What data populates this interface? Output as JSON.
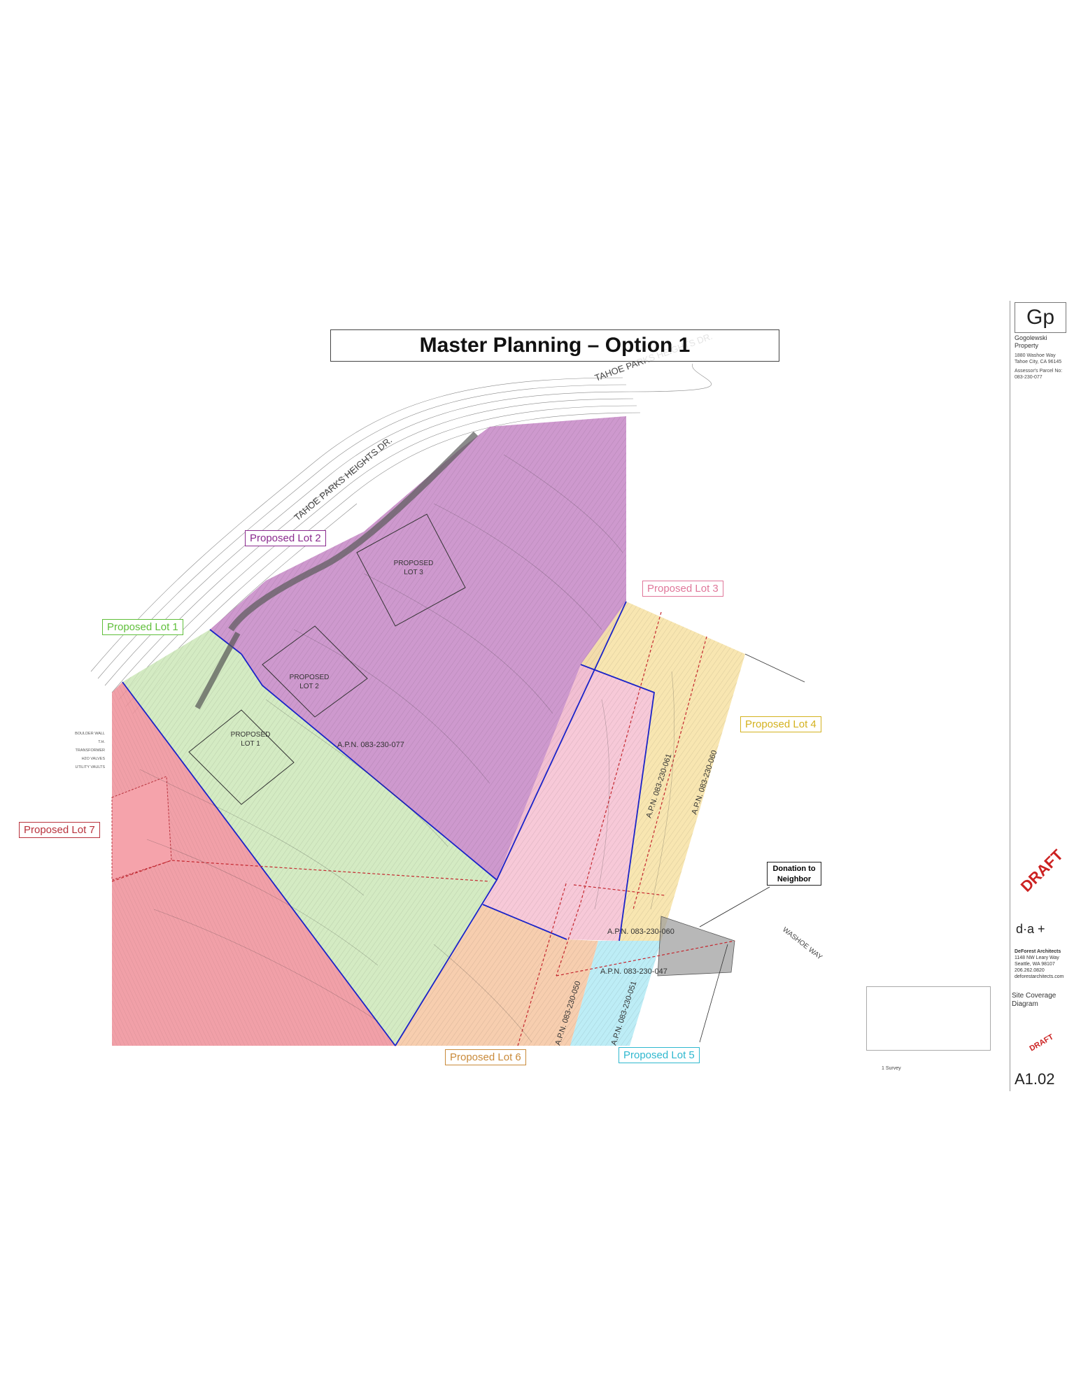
{
  "title": "Master Planning – Option 1",
  "lots": [
    {
      "id": "lot1",
      "label": "Proposed Lot 1",
      "color": "#5fbf3a",
      "fill": "#cfe9bd"
    },
    {
      "id": "lot2",
      "label": "Proposed Lot 2",
      "color": "#8a2b8e",
      "fill": "#c98ec9"
    },
    {
      "id": "lot3",
      "label": "Proposed Lot 3",
      "color": "#e0779a",
      "fill": "#f6c3d4"
    },
    {
      "id": "lot4",
      "label": "Proposed Lot 4",
      "color": "#d4b21f",
      "fill": "#f7e3a8"
    },
    {
      "id": "lot5",
      "label": "Proposed Lot 5",
      "color": "#2fb8cf",
      "fill": "#b9ecf5"
    },
    {
      "id": "lot6",
      "label": "Proposed Lot 6",
      "color": "#c98a3a",
      "fill": "#f6c9a6"
    },
    {
      "id": "lot7",
      "label": "Proposed Lot 7",
      "color": "#b8323c",
      "fill": "#ef8f99"
    }
  ],
  "callout": {
    "line1": "Donation to",
    "line2": "Neighbor"
  },
  "streets": {
    "tahoe_parks_1": "TAHOE PARKS HEIGHTS DR.",
    "tahoe_parks_2": "TAHOE PARKS HEIGHTS DR.",
    "washoe": "WASHOE WAY"
  },
  "apn_labels": {
    "lot2": "A.P.N. 083-230-077",
    "lot4a": "A.P.N. 083-230-061",
    "lot4b": "A.P.N. 083-230-060",
    "center": "A.P.N. 083-230-060",
    "center2": "A.P.N. 083-230-047",
    "lot6": "A.P.N. 083-230-050",
    "lot5": "A.P.N. 083-230-051"
  },
  "building_labels": {
    "lot1": [
      "PROPOSED",
      "LOT 1"
    ],
    "lot2": [
      "PROPOSED",
      "LOT 2"
    ],
    "lot3": [
      "PROPOSED",
      "LOT 3"
    ]
  },
  "left_notes": [
    "BOULDER WALL",
    "T.H.",
    "TRANSFORMER",
    "H2O VALVES",
    "UTILITY VAULTS"
  ],
  "title_block": {
    "logo": "Gp",
    "project_line1": "Gogolewski",
    "project_line2": "Property",
    "address": "1880 Washoe Way",
    "city": "Tahoe City, CA 96145",
    "parcel_label": "Assessor's Parcel No:",
    "parcel": "083-230-077",
    "draft": "DRAFT",
    "firm_logo": "d·a +",
    "firm_name": "DeForest Architects",
    "firm_addr": "1148 NW Leary Way",
    "firm_city": "Seattle, WA 98107",
    "firm_phone": "206.262.0820",
    "firm_web": "deforestarchitects.com",
    "sheet_name_1": "Site Coverage",
    "sheet_name_2": "Diagram",
    "sheet_number": "A1.02"
  },
  "survey_label": "1 Survey"
}
